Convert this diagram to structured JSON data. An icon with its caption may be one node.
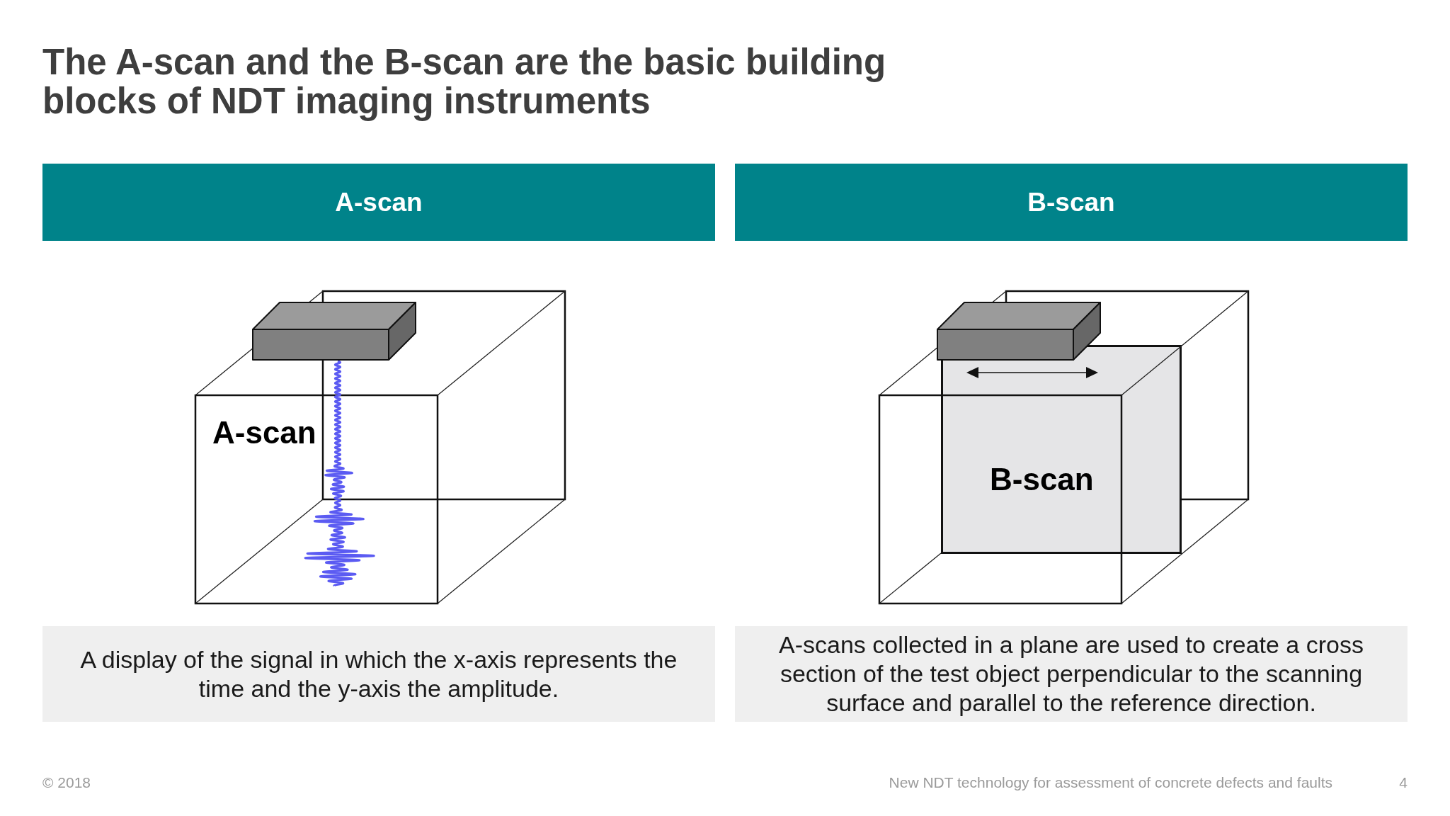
{
  "diagram": {
    "title": "The A-scan and the B-scan are the basic building blocks of NDT imaging instruments",
    "nodes": [
      {
        "text": [
          "A-scan"
        ]
      },
      {
        "text": [
          "B-scan"
        ]
      },
      {
        "text": [
          "B-scan"
        ]
      },
      {
        "text": [
          "A display of the signal in which the x-axis represents the time and the y-axis the amplitude."
        ]
      },
      {
        "text": [
          "A-scans collected in a plane are used to create a cross section of the test object perpendicular to the scanning surface and parallel to the reference direction."
        ]
      }
    ],
    "labels": [
      "A-scan",
      "© 2018",
      "New NDT technology for assessment of concrete defects and faults",
      "4"
    ]
  }
}
